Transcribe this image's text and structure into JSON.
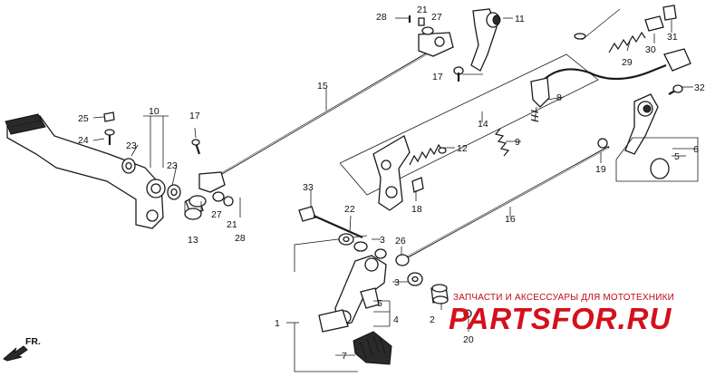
{
  "callouts": [
    {
      "id": "c1",
      "text": "1"
    },
    {
      "id": "c2",
      "text": "2"
    },
    {
      "id": "c3a",
      "text": "3"
    },
    {
      "id": "c3b",
      "text": "3"
    },
    {
      "id": "c4",
      "text": "4"
    },
    {
      "id": "c5a",
      "text": "5"
    },
    {
      "id": "c5b",
      "text": "5"
    },
    {
      "id": "c6",
      "text": "6"
    },
    {
      "id": "c7",
      "text": "7"
    },
    {
      "id": "c8",
      "text": "8"
    },
    {
      "id": "c9",
      "text": "9"
    },
    {
      "id": "c10",
      "text": "10"
    },
    {
      "id": "c11",
      "text": "11"
    },
    {
      "id": "c12",
      "text": "12"
    },
    {
      "id": "c13",
      "text": "13"
    },
    {
      "id": "c14",
      "text": "14"
    },
    {
      "id": "c15",
      "text": "15"
    },
    {
      "id": "c16",
      "text": "16"
    },
    {
      "id": "c17a",
      "text": "17"
    },
    {
      "id": "c17b",
      "text": "17"
    },
    {
      "id": "c18",
      "text": "18"
    },
    {
      "id": "c19",
      "text": "19"
    },
    {
      "id": "c20",
      "text": "20"
    },
    {
      "id": "c21a",
      "text": "21"
    },
    {
      "id": "c21b",
      "text": "21"
    },
    {
      "id": "c22",
      "text": "22"
    },
    {
      "id": "c23a",
      "text": "23"
    },
    {
      "id": "c23b",
      "text": "23"
    },
    {
      "id": "c24",
      "text": "24"
    },
    {
      "id": "c25",
      "text": "25"
    },
    {
      "id": "c26",
      "text": "26"
    },
    {
      "id": "c27a",
      "text": "27"
    },
    {
      "id": "c27b",
      "text": "27"
    },
    {
      "id": "c28a",
      "text": "28"
    },
    {
      "id": "c28b",
      "text": "28"
    },
    {
      "id": "c29",
      "text": "29"
    },
    {
      "id": "c30",
      "text": "30"
    },
    {
      "id": "c31",
      "text": "31"
    },
    {
      "id": "c32",
      "text": "32"
    },
    {
      "id": "c33",
      "text": "33"
    }
  ],
  "direction_label": "FR.",
  "watermark": {
    "tagline": "ЗАПЧАСТИ И АКСЕССУАРЫ ДЛЯ МОТОТЕХНИКИ",
    "logo": "PARTSFOR.RU",
    "color": "#d5101c"
  }
}
